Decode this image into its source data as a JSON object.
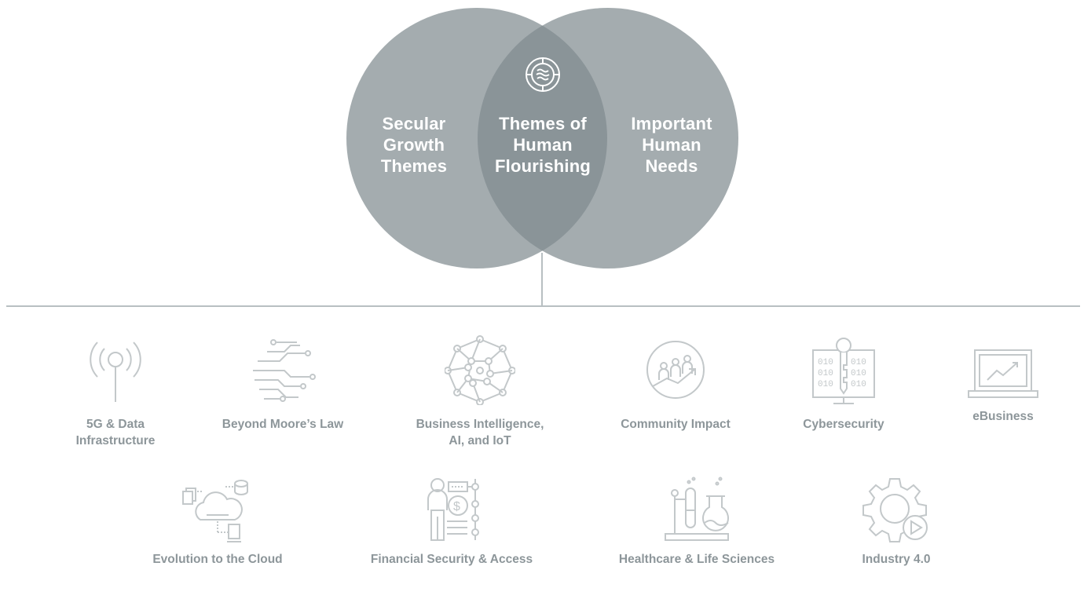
{
  "venn": {
    "left_circle": {
      "label": "Secular\nGrowth\nThemes",
      "color": "#a4acaf"
    },
    "right_circle": {
      "label": "Important\nHuman\nNeeds",
      "color": "#a4acaf"
    },
    "intersection": {
      "label": "Themes of\nHuman\nFlourishing",
      "color": "#8a9498",
      "icon": "flourishing-emblem-icon"
    }
  },
  "themes": {
    "row1": [
      {
        "label": "5G & Data\nInfrastructure",
        "icon": "antenna-icon"
      },
      {
        "label": "Beyond Moore’s Law",
        "icon": "circuit-traces-icon"
      },
      {
        "label": "Business Intelligence,\nAI, and IoT",
        "icon": "network-nodes-icon"
      },
      {
        "label": "Community Impact",
        "icon": "community-growth-icon"
      },
      {
        "label": "Cybersecurity",
        "icon": "binary-key-icon"
      },
      {
        "label": "eBusiness",
        "icon": "laptop-chart-icon"
      }
    ],
    "row2": [
      {
        "label": "Evolution to the Cloud",
        "icon": "cloud-data-icon"
      },
      {
        "label": "Financial Security & Access",
        "icon": "person-dollar-icon"
      },
      {
        "label": "Healthcare & Life Sciences",
        "icon": "lab-flask-icon"
      },
      {
        "label": "Industry 4.0",
        "icon": "gear-play-icon"
      }
    ]
  },
  "colors": {
    "icon_stroke": "#c3c8ca",
    "label_text": "#8d969a",
    "divider": "#b8bfc2"
  }
}
